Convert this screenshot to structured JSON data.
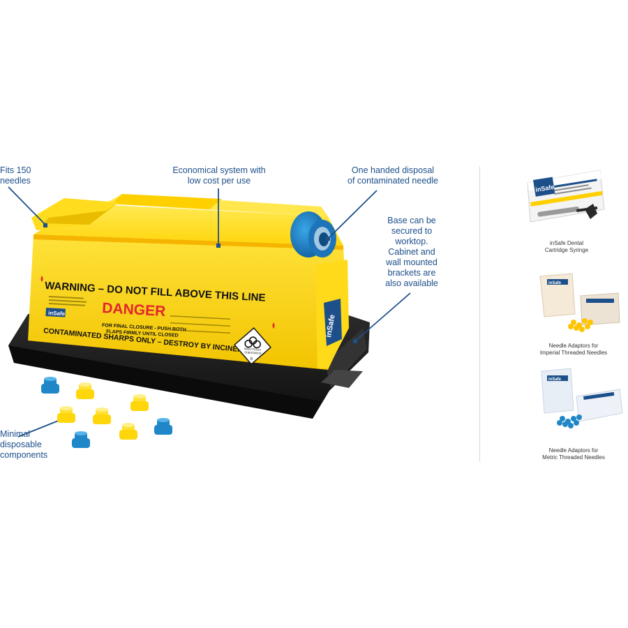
{
  "colors": {
    "callout_text": "#1d4f8a",
    "box_yellow": "#ffd400",
    "tray_black": "#1a1a1a",
    "warning_red": "#e3262d",
    "cap_blue": "#1f86c8",
    "cap_yellow": "#ffe033"
  },
  "callouts": {
    "fits": [
      "Fits 150",
      "needles"
    ],
    "economical": [
      "Economical system with",
      "low cost per use"
    ],
    "one_handed": [
      "One handed disposal",
      "of contaminated needle"
    ],
    "base": [
      "Base can be",
      "secured to",
      "worktop.",
      "Cabinet and",
      "wall mounted",
      "brackets are",
      "also available"
    ],
    "minimal": [
      "Minimal",
      "disposable",
      "components"
    ]
  },
  "container_label": {
    "warning": "WARNING – DO NOT FILL ABOVE THIS LINE",
    "danger": "DANGER",
    "closure": [
      "FOR FINAL CLOSURE - PUSH BOTH",
      "FLAPS FIRMLY UNTIL CLOSED"
    ],
    "contaminated": "CONTAMINATED SHARPS ONLY – DESTROY BY INCINERATION",
    "brand": "inSafe",
    "side_brand": "inSafe",
    "hazard": [
      "INFECTIOUS",
      "SUBSTANCE",
      "6"
    ]
  },
  "products": [
    {
      "caption": [
        "inSafe Dental",
        "Cartridge Syringe"
      ],
      "brand": "inSafe"
    },
    {
      "caption": [
        "Needle Adaptors for",
        "Imperial Threaded Needles"
      ],
      "brand": "inSafe"
    },
    {
      "caption": [
        "Needle Adaptors for",
        "Metric Threaded Needles"
      ],
      "brand": "inSafe"
    }
  ]
}
